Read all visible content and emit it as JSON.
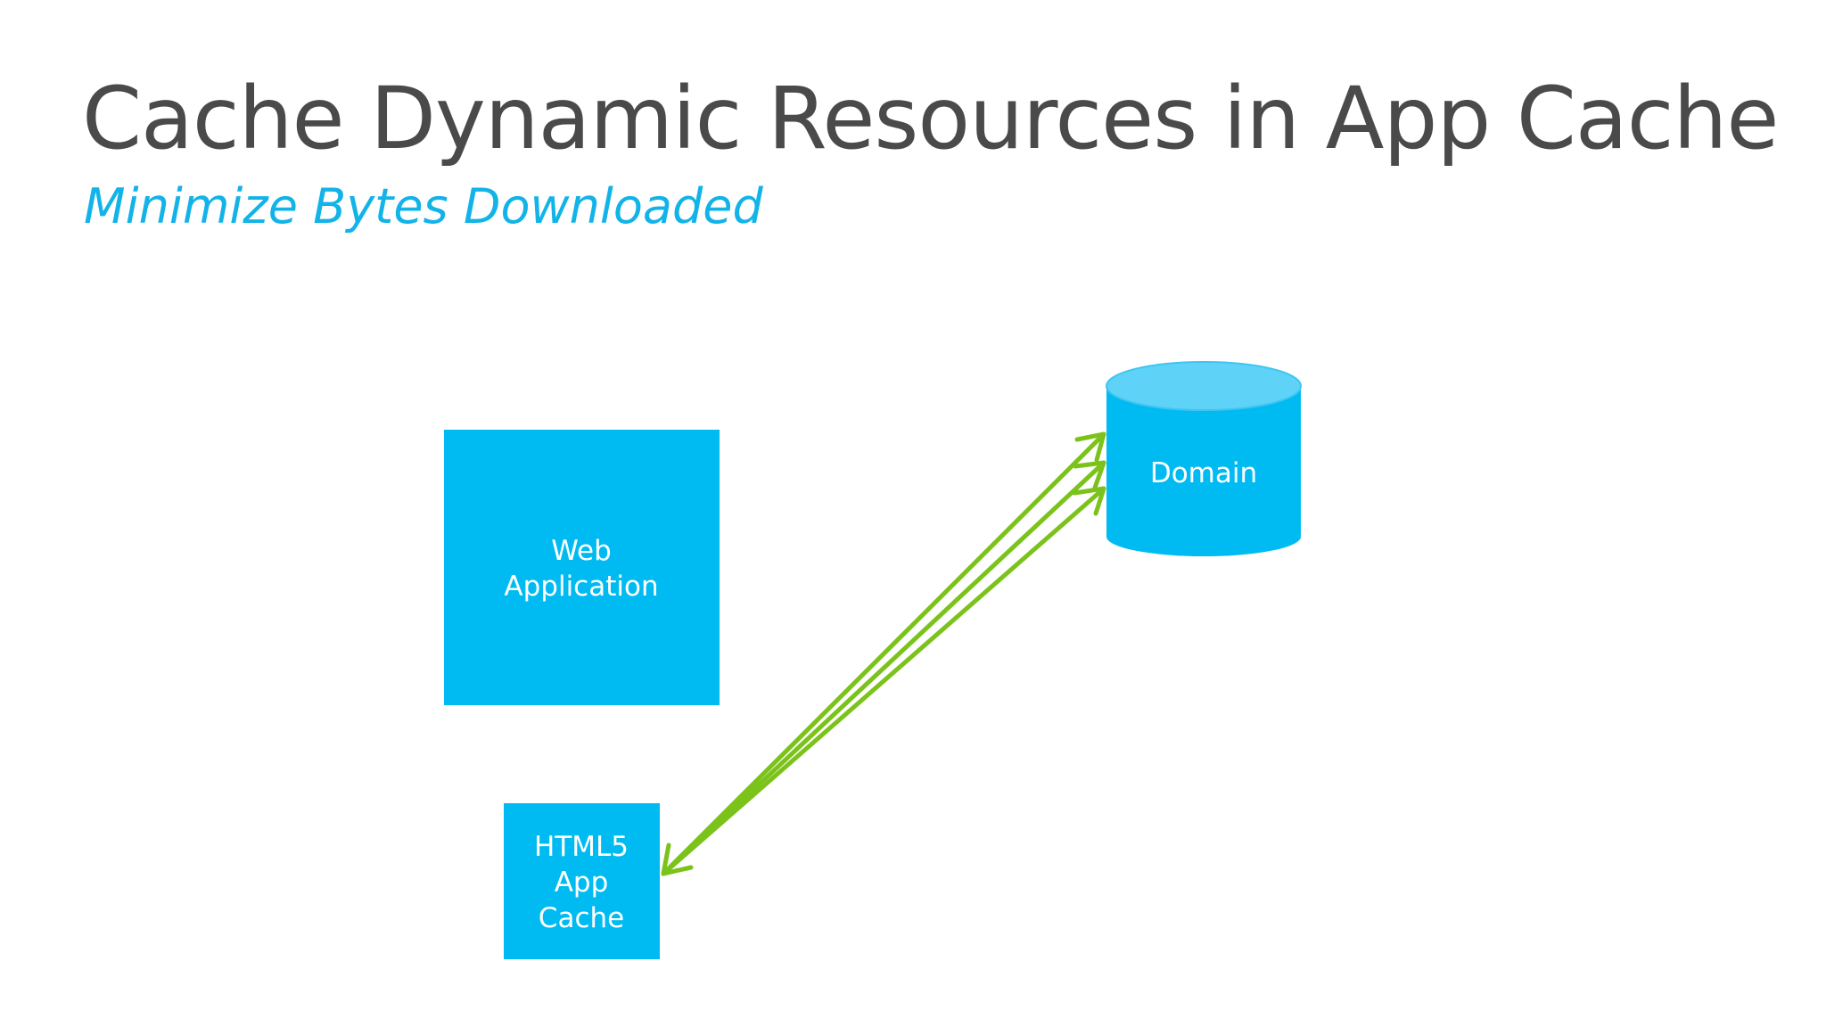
{
  "slide": {
    "title": "Cache Dynamic Resources in App Cache",
    "subtitle": "Minimize Bytes Downloaded"
  },
  "diagram": {
    "nodes": {
      "web_application": {
        "lines": [
          "Web",
          "Application"
        ],
        "shape": "square"
      },
      "app_cache": {
        "lines": [
          "HTML5",
          "App",
          "Cache"
        ],
        "shape": "square"
      },
      "domain": {
        "lines": [
          "Domain"
        ],
        "shape": "cylinder"
      }
    },
    "edges": [
      {
        "from": "app_cache",
        "to": "domain",
        "style": "double-arrow"
      },
      {
        "from": "app_cache",
        "to": "domain",
        "style": "double-arrow"
      },
      {
        "from": "app_cache",
        "to": "domain",
        "style": "double-arrow"
      }
    ]
  },
  "colors": {
    "title": "#4a4a4a",
    "subtitle": "#12b3e8",
    "node_fill": "#00bbf2",
    "cylinder_top": "#5fd3f7",
    "cylinder_edge": "#3fc5f1",
    "arrow": "#7bc31a",
    "background": "#ffffff"
  }
}
